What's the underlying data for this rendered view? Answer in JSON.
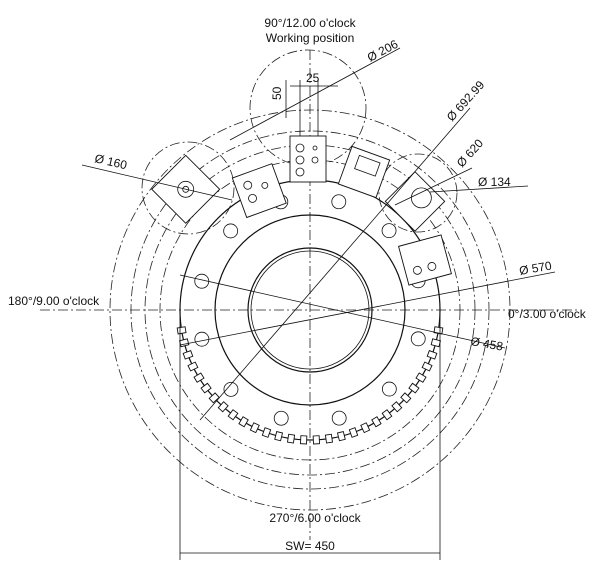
{
  "positions": {
    "top": "90°/12.00 o'clock",
    "top_sub": "Working position",
    "left": "180°/9.00 o'clock",
    "right": "0°/3.00 o'clock",
    "bottom": "270°/6.00 o'clock"
  },
  "dimensions": {
    "d206": "Ø 206",
    "d692": "Ø 692.99",
    "d620": "Ø 620",
    "d160": "Ø 160",
    "d134": "Ø 134",
    "d570": "Ø 570",
    "d458": "Ø 458",
    "w25": "25",
    "h50": "50",
    "sw": "SW= 450"
  }
}
